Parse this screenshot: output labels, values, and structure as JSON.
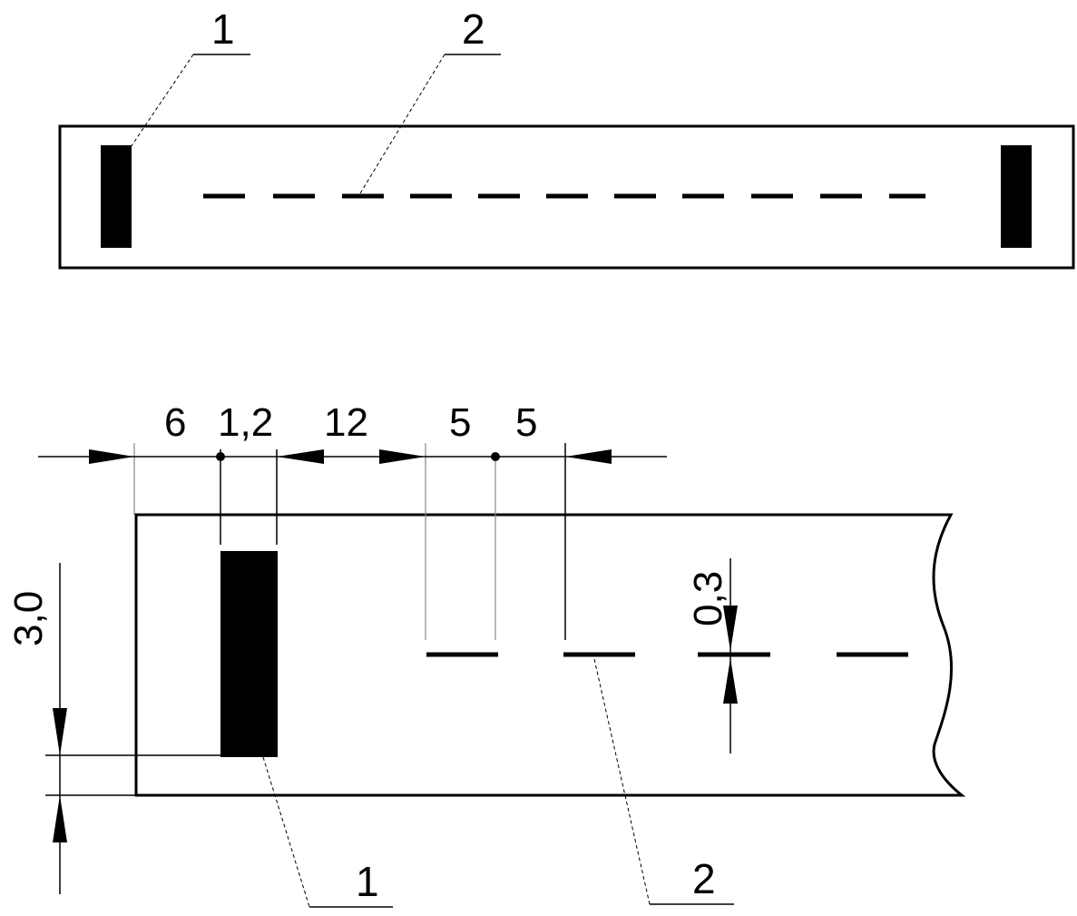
{
  "top_view": {
    "callout_1": "1",
    "callout_2": "2"
  },
  "detail_view": {
    "dim_6": "6",
    "dim_1_2": "1,2",
    "dim_12": "12",
    "dim_5_a": "5",
    "dim_5_b": "5",
    "dim_0_3": "0,3",
    "dim_3_0": "3,0",
    "callout_1": "1",
    "callout_2": "2"
  }
}
